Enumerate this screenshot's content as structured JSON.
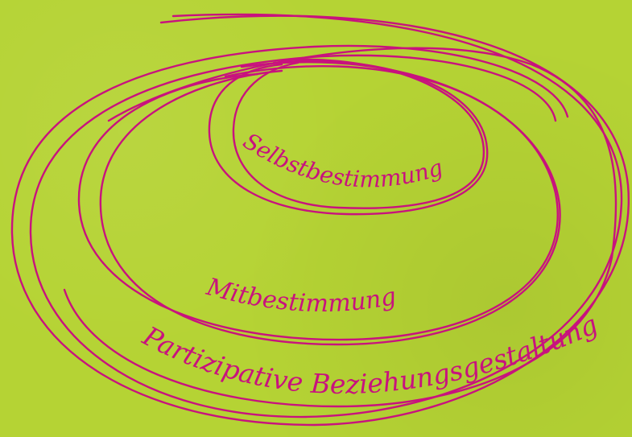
{
  "diagram": {
    "labels": {
      "inner": "Selbstbestimmung",
      "middle": "Mitbestimmung",
      "outer": "Partizipative Beziehungsgestaltung"
    },
    "colors": {
      "background": "#b5d334",
      "stroke": "#c8127e",
      "text": "#c8127e"
    },
    "structure": "nested-rings"
  }
}
